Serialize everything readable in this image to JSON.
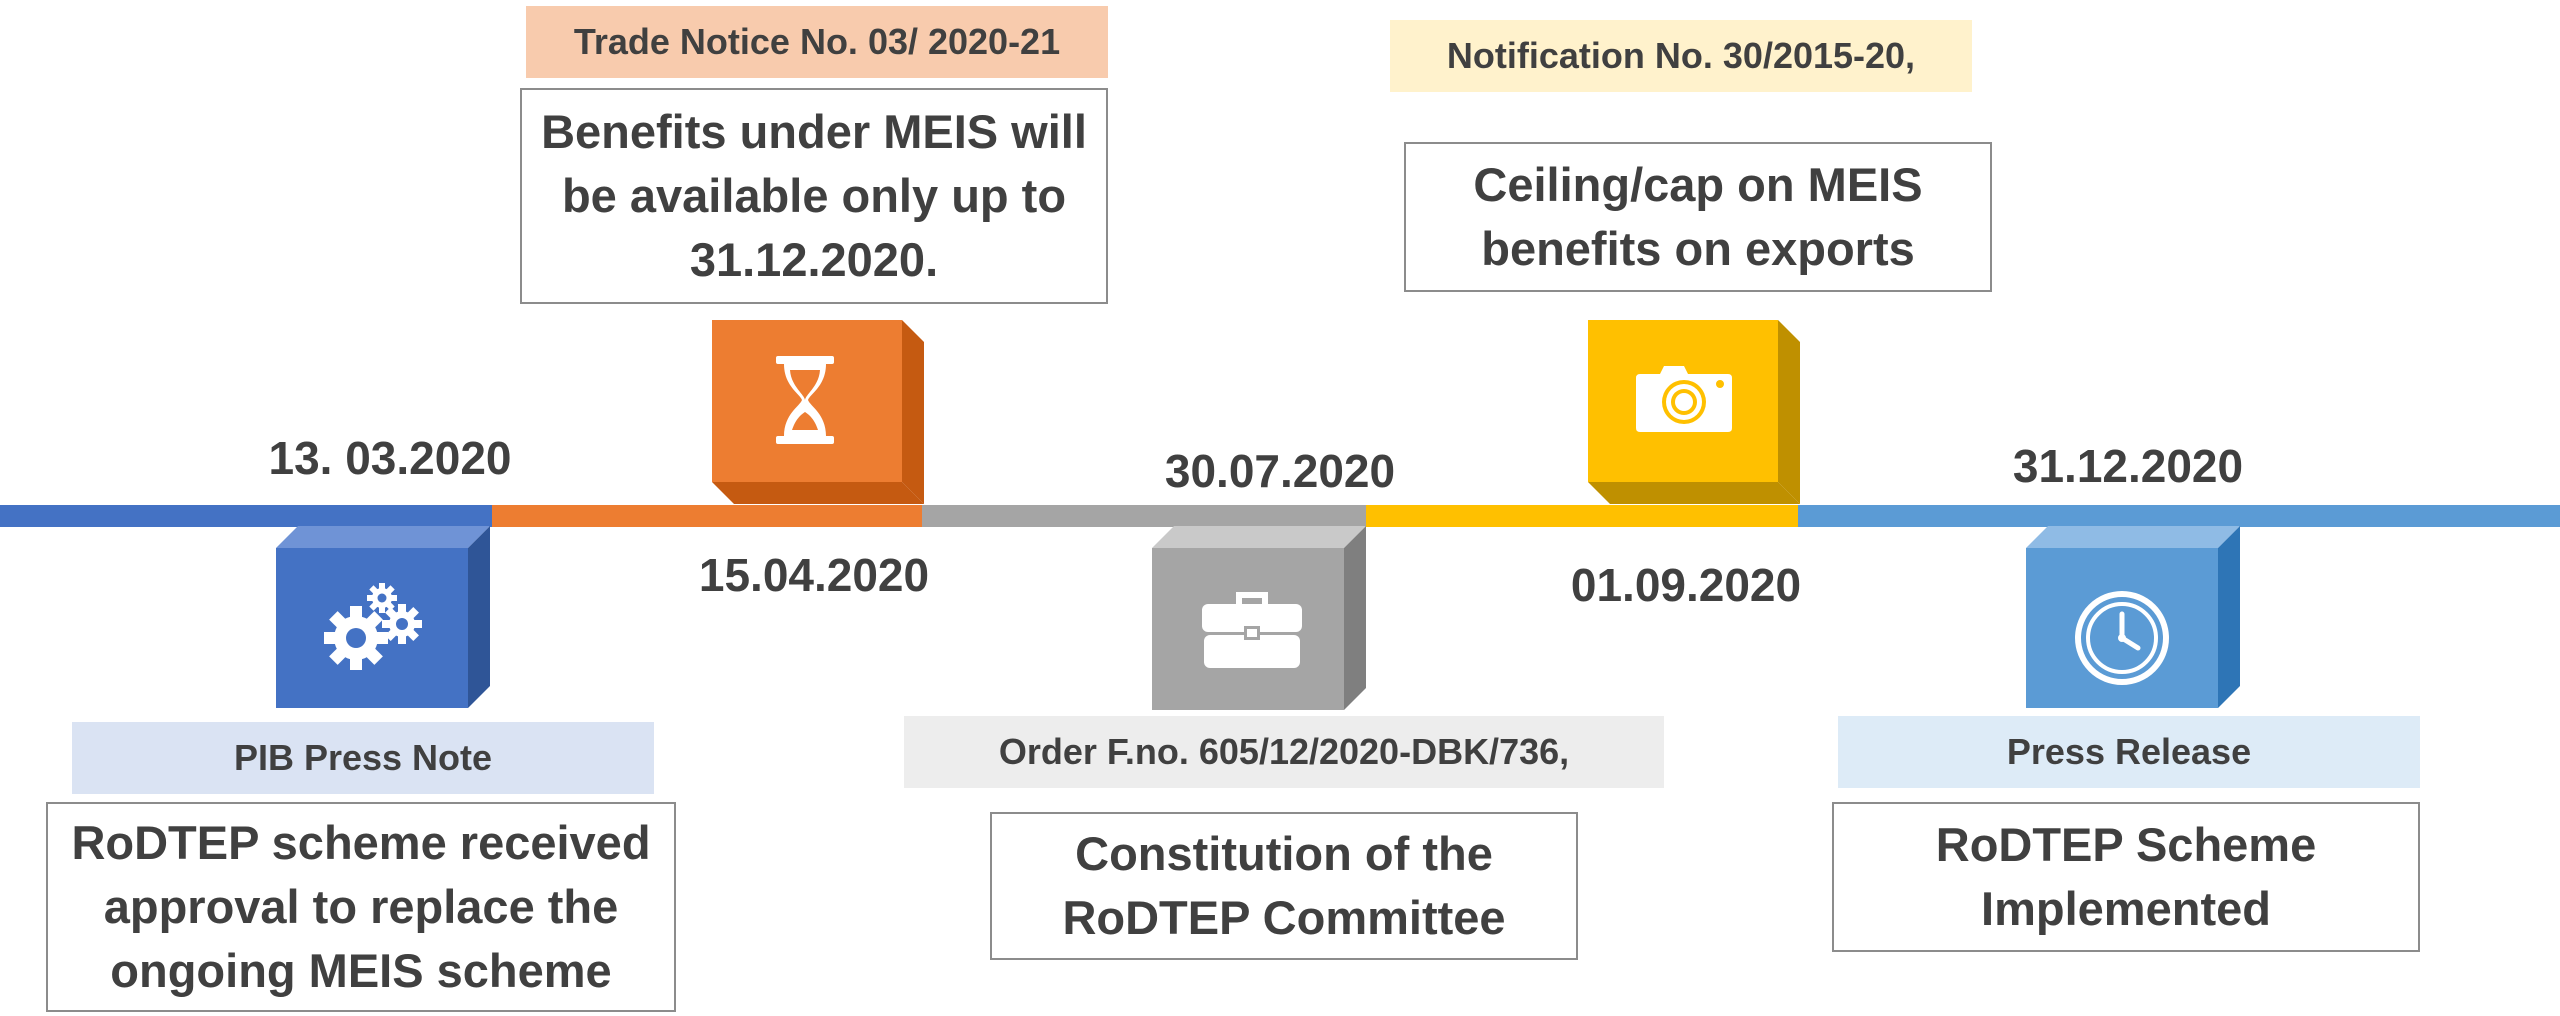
{
  "colors": {
    "blue_dark": "#4472c4",
    "orange": "#ed7d31",
    "gray": "#a5a5a5",
    "gold": "#ffc000",
    "blue_light": "#5b9bd5",
    "tag_blue": "#dae3f3",
    "tag_orange": "#f8cbad",
    "tag_gray": "#ededed",
    "tag_yellow": "#fff2cc",
    "tag_lightblue": "#ddebf7"
  },
  "events": [
    {
      "date": "13. 03.2020",
      "source": "PIB Press Note",
      "description": "RoDTEP scheme received approval to replace the ongoing MEIS scheme",
      "icon": "gears-icon"
    },
    {
      "date": "15.04.2020",
      "source": "Trade Notice No. 03/ 2020-21",
      "description": "Benefits under MEIS will be available only up to 31.12.2020.",
      "icon": "hourglass-icon"
    },
    {
      "date": "30.07.2020",
      "source": "Order F.no. 605/12/2020-DBK/736,",
      "description": "Constitution of the RoDTEP Committee",
      "icon": "briefcase-icon"
    },
    {
      "date": "01.09.2020",
      "source": "Notification No. 30/2015-20,",
      "description": "Ceiling/cap on MEIS benefits on exports",
      "icon": "camera-icon"
    },
    {
      "date": "31.12.2020",
      "source": "Press Release",
      "description": "RoDTEP Scheme Implemented",
      "icon": "clock-icon"
    }
  ]
}
